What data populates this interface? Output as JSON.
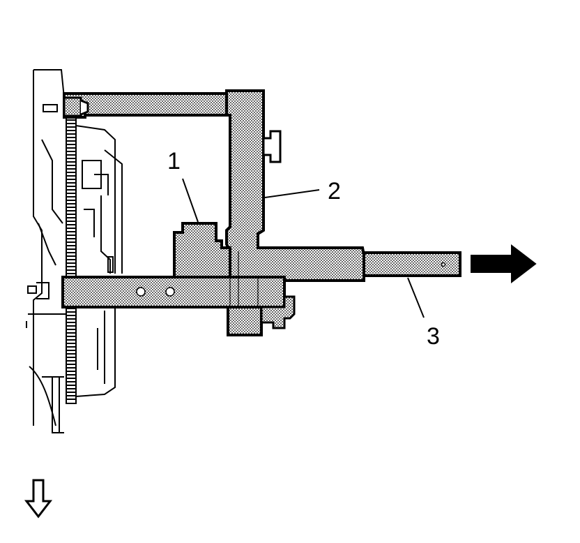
{
  "diagram": {
    "callouts": [
      {
        "id": "1",
        "label": "1"
      },
      {
        "id": "2",
        "label": "2"
      },
      {
        "id": "3",
        "label": "3"
      }
    ],
    "icons": {
      "pull_direction": "right-arrow-icon",
      "view_direction": "down-arrow-icon"
    },
    "colors": {
      "line": "#000000",
      "tool_fill": "#d9d9d9",
      "background": "#ffffff"
    }
  }
}
